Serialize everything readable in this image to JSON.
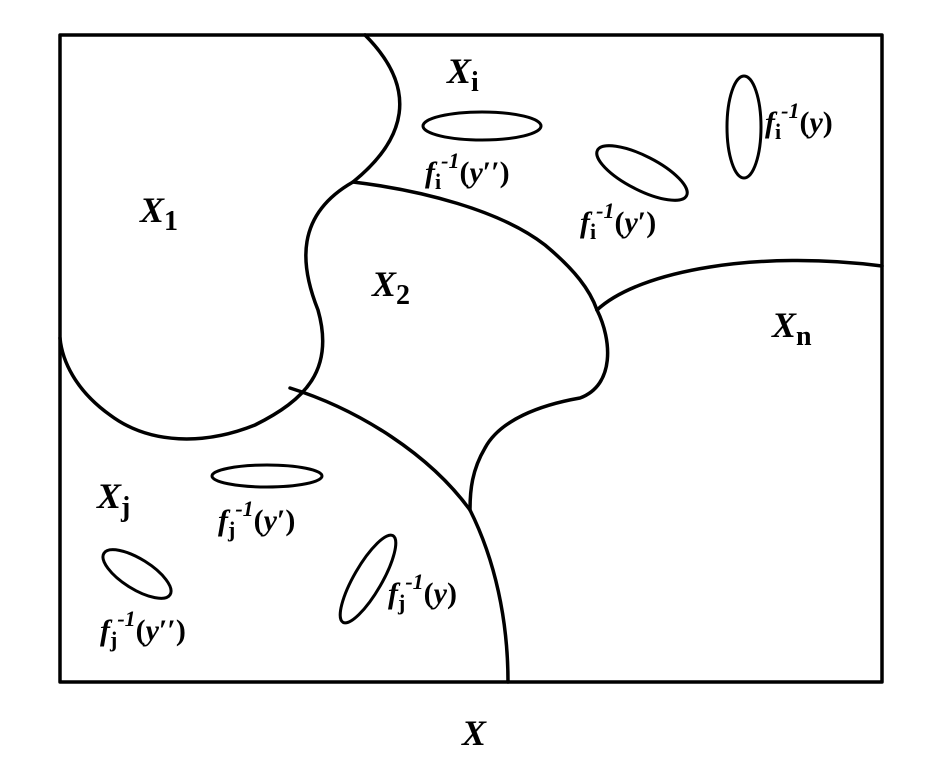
{
  "diagram": {
    "set_label": {
      "letter": "X"
    },
    "regions": [
      {
        "id": "X1",
        "letter": "X",
        "sub": "1"
      },
      {
        "id": "X2",
        "letter": "X",
        "sub": "2"
      },
      {
        "id": "Xi",
        "letter": "X",
        "sub": "i"
      },
      {
        "id": "Xj",
        "letter": "X",
        "sub": "j"
      },
      {
        "id": "Xn",
        "letter": "X",
        "sub": "n"
      }
    ],
    "preimages": [
      {
        "id": "fi_ypp",
        "f": "f",
        "sub": "i",
        "sup": "-1",
        "open": "(",
        "arg": "y",
        "prime": "′′",
        "close": ")"
      },
      {
        "id": "fi_yp",
        "f": "f",
        "sub": "i",
        "sup": "-1",
        "open": "(",
        "arg": "y",
        "prime": "′",
        "close": ")"
      },
      {
        "id": "fi_y",
        "f": "f",
        "sub": "i",
        "sup": "-1",
        "open": "(",
        "arg": "y",
        "prime": "",
        "close": ")"
      },
      {
        "id": "fj_yp",
        "f": "f",
        "sub": "j",
        "sup": "-1",
        "open": "(",
        "arg": "y",
        "prime": "′",
        "close": ")"
      },
      {
        "id": "fj_ypp",
        "f": "f",
        "sub": "j",
        "sup": "-1",
        "open": "(",
        "arg": "y",
        "prime": "′′",
        "close": ")"
      },
      {
        "id": "fj_y",
        "f": "f",
        "sub": "j",
        "sup": "-1",
        "open": "(",
        "arg": "y",
        "prime": "",
        "close": ")"
      }
    ]
  }
}
